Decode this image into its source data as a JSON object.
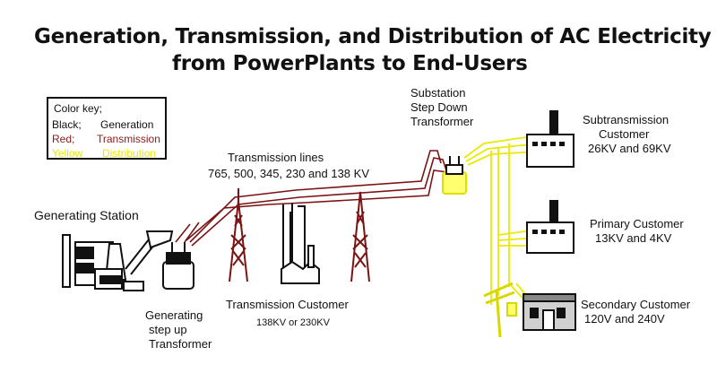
{
  "title": {
    "line1": "Generation, Transmission, and Distribution of AC Electricity",
    "line2": "from PowerPlants to End-Users"
  },
  "color_key": {
    "heading": "Color key;",
    "rows": [
      {
        "name": "Black;",
        "meaning": "Generation",
        "color": "#111111"
      },
      {
        "name": "Red;",
        "meaning": "Transmission",
        "color": "#8b1a1a"
      },
      {
        "name": "Yellow",
        "meaning": "Distribution",
        "color": "#e8e800"
      }
    ]
  },
  "labels": {
    "generating_station": "Generating Station",
    "step_up_1": "Generating",
    "step_up_2": "step up",
    "step_up_3": "Transformer",
    "transmission_lines_1": "Transmission lines",
    "transmission_lines_2": "765, 500, 345, 230 and 138 KV",
    "transmission_customer_1": "Transmission Customer",
    "transmission_customer_2": "138KV or 230KV",
    "substation_1": "Substation",
    "substation_2": "Step Down",
    "substation_3": "Transformer",
    "subtransmission_1": "Subtransmission",
    "subtransmission_2": "Customer",
    "subtransmission_3": "26KV and 69KV",
    "primary_1": "Primary Customer",
    "primary_2": "13KV and 4KV",
    "secondary_1": "Secondary Customer",
    "secondary_2": "120V and 240V"
  },
  "colors": {
    "generation": "#111111",
    "transmission": "#8b1a1a",
    "distribution": "#eaea00"
  }
}
